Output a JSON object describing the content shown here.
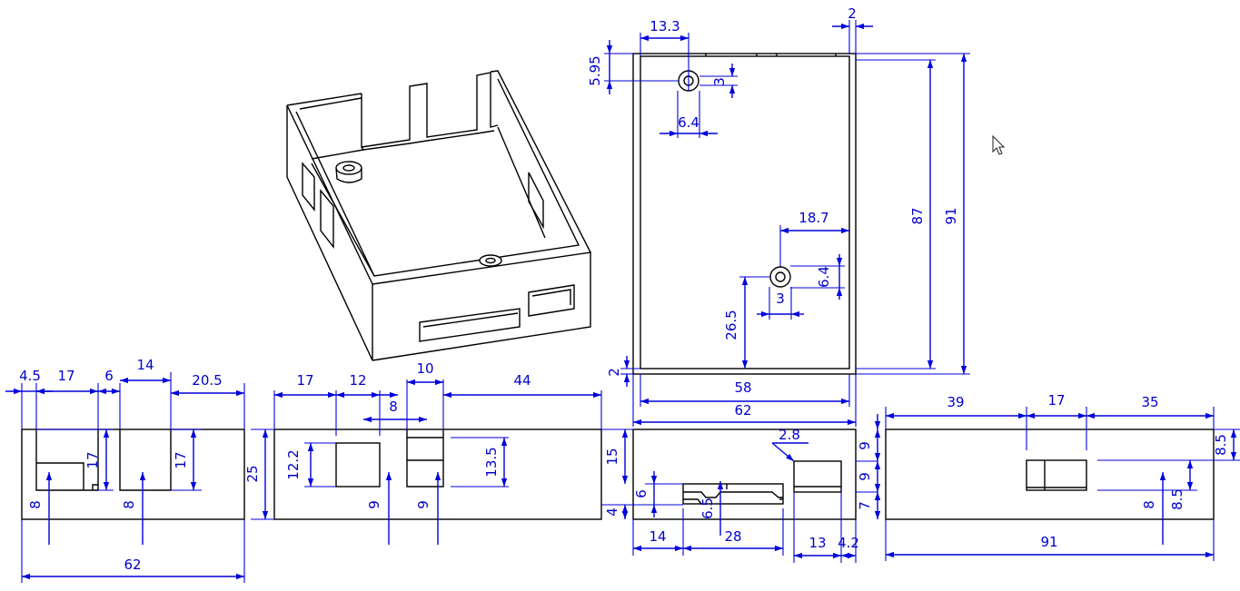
{
  "colors": {
    "dimension": "#0000dd",
    "object": "#000000",
    "background": "#ffffff"
  },
  "icons": {
    "pointer": "mouse-pointer-icon"
  },
  "top_view": {
    "d_13_3": "13.3",
    "d_2": "2",
    "d_5_95": "5.95",
    "d_3a": "3",
    "d_6_4a": "6.4",
    "d_87": "87",
    "d_91": "91",
    "d_18_7": "18.7",
    "d_6_4b": "6.4",
    "d_3b": "3",
    "d_26_5": "26.5",
    "d_2b": "2",
    "d_58": "58",
    "d_62": "62"
  },
  "left_end_view": {
    "d_4_5": "4.5",
    "d_17a": "17",
    "d_6": "6",
    "d_14": "14",
    "d_20_5": "20.5",
    "d_17b": "17",
    "d_17c": "17",
    "d_8a": "8",
    "d_8b": "8",
    "d_62": "62"
  },
  "front_view": {
    "d_17": "17",
    "d_12": "12",
    "d_10": "10",
    "d_8": "8",
    "d_44": "44",
    "d_25": "25",
    "d_12_2": "12.2",
    "d_13_5": "13.5",
    "d_9a": "9",
    "d_9b": "9"
  },
  "back_view": {
    "d_15": "15",
    "d_4": "4",
    "d_2_8": "2.8",
    "d_9a": "9",
    "d_9b": "9",
    "d_7": "7",
    "d_6": "6",
    "d_6_5": "6.5",
    "d_14": "14",
    "d_28": "28",
    "d_13": "13",
    "d_4_2": "4.2"
  },
  "right_end_view": {
    "d_39": "39",
    "d_17": "17",
    "d_35": "35",
    "d_8_5a": "8.5",
    "d_8_5b": "8.5",
    "d_8": "8",
    "d_91": "91"
  }
}
